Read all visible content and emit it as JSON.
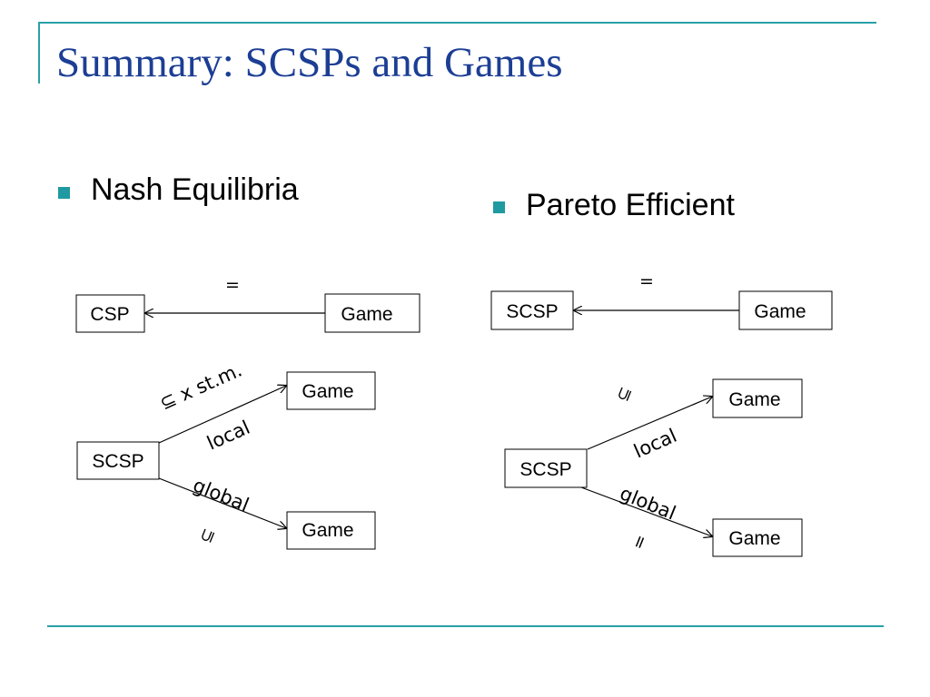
{
  "slide": {
    "title": "Summary: SCSPs and Games",
    "left_heading": "Nash Equilibria",
    "right_heading": "Pareto Efficient"
  },
  "nash": {
    "top": {
      "source": "Game",
      "target": "CSP",
      "relation": "="
    },
    "local": {
      "source": "SCSP",
      "target": "Game",
      "edge_label": "local",
      "relation": "⊆ x st.m."
    },
    "global": {
      "source": "SCSP",
      "target": "Game",
      "edge_label": "global",
      "relation": "⊆"
    }
  },
  "pareto": {
    "top": {
      "source": "Game",
      "target": "SCSP",
      "relation": "="
    },
    "local": {
      "source": "SCSP",
      "target": "Game",
      "edge_label": "local",
      "relation": "⊆"
    },
    "global": {
      "source": "SCSP",
      "target": "Game",
      "edge_label": "global",
      "relation": "="
    }
  },
  "colors": {
    "accent": "#2aa0a8",
    "title": "#1c3e94",
    "bullet": "#1f9aa0"
  }
}
